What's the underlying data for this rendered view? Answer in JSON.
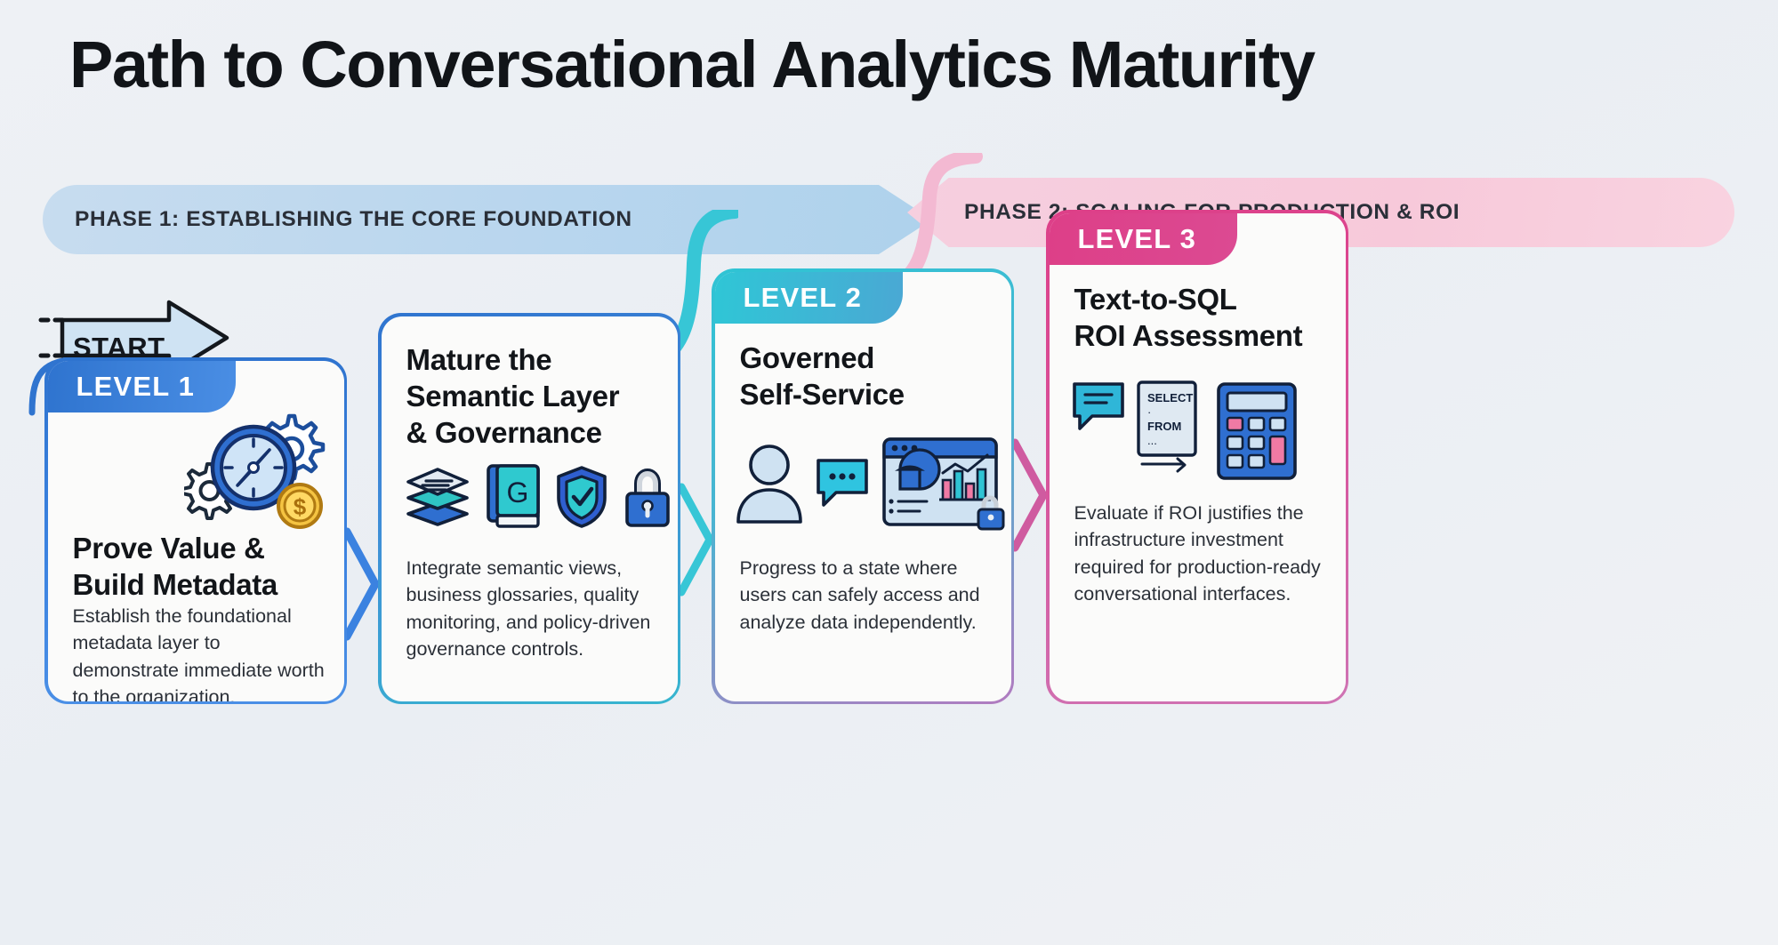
{
  "title": "Path to Conversational Analytics Maturity",
  "start": {
    "label": "START",
    "icon": "arrow-right-icon"
  },
  "phases": [
    {
      "id": "phase-1",
      "label": "PHASE 1: ESTABLISHING THE CORE FOUNDATION",
      "color": "#b9d6ee"
    },
    {
      "id": "phase-2",
      "label": "PHASE 2: SCALING FOR PRODUCTION & ROI",
      "color": "#f7c9da"
    }
  ],
  "cards": [
    {
      "level_label": "LEVEL 1",
      "title": "Prove Value &\nBuild Metadata",
      "title_line1": "Prove Value &",
      "title_line2": "Build Metadata",
      "description": "Establish the foundational metadata layer to demonstrate immediate worth to the organization.",
      "accent": "#3b82e0",
      "icons": [
        "compass-icon",
        "gear-icon",
        "gear-small-icon",
        "coin-dollar-icon"
      ]
    },
    {
      "level_label": "",
      "title_line1": "Mature the",
      "title_line2": "Semantic Layer",
      "title_line3": "& Governance",
      "description": "Integrate semantic views, business glossaries, quality monitoring, and policy-driven governance controls.",
      "accent": "#37b6cf",
      "icons": [
        "layers-icon",
        "glossary-book-icon",
        "shield-check-icon",
        "padlock-icon"
      ]
    },
    {
      "level_label": "LEVEL 2",
      "title_line1": "Governed",
      "title_line2": "Self-Service",
      "description": "Progress to a state where users can safely access and analyze data independently.",
      "accent": "#2fc4d4",
      "icons": [
        "user-avatar-icon",
        "chat-bubble-icon",
        "dashboard-chart-icon",
        "padlock-icon"
      ]
    },
    {
      "level_label": "LEVEL 3",
      "title_line1": "Text-to-SQL",
      "title_line2": "ROI Assessment",
      "description": "Evaluate if ROI justifies the infrastructure investment required for production-ready conversational interfaces.",
      "accent": "#dd3f88",
      "icons": [
        "chat-bubble-icon",
        "sql-document-icon",
        "calculator-icon"
      ],
      "sql_doc_lines": [
        "SELECT",
        "·",
        "FROM",
        "..."
      ]
    }
  ],
  "connectors": [
    {
      "name": "chevron-connector-1",
      "color": "#3b82e0"
    },
    {
      "name": "chevron-connector-2",
      "color": "#2fc4d4"
    },
    {
      "name": "chevron-connector-3",
      "color": "#d8519a"
    }
  ]
}
